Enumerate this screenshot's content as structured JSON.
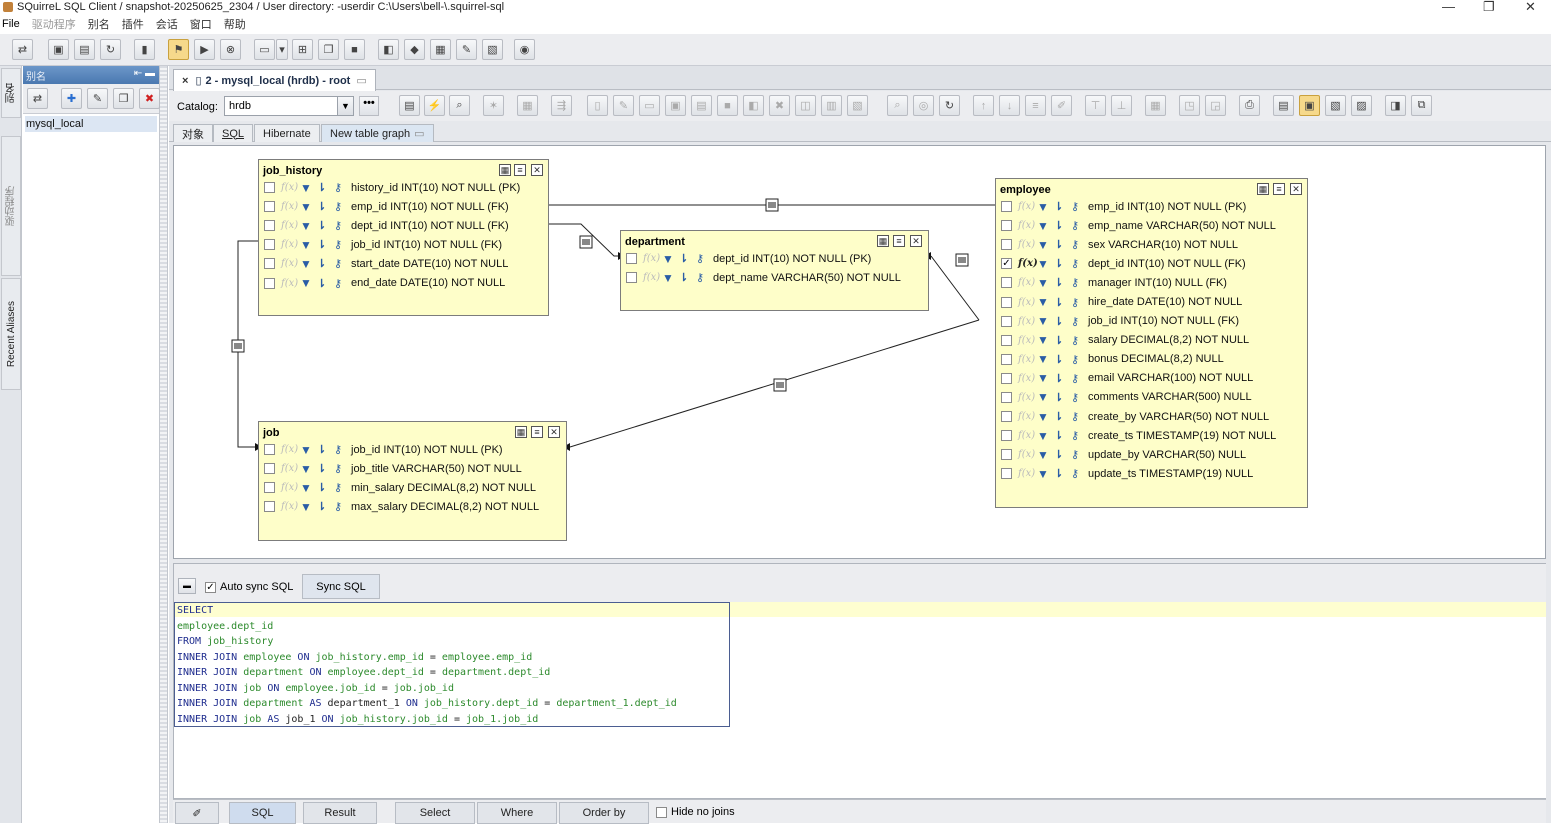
{
  "window": {
    "title": "SQuirreL SQL Client / snapshot-20250625_2304 / User directory: -userdir C:\\Users\\bell-\\.squirrel-sql",
    "minimize": "—",
    "maximize": "❐",
    "close": "✕"
  },
  "menu": {
    "items": [
      "File",
      "驱动程序",
      "别名",
      "插件",
      "会话",
      "窗口",
      "帮助"
    ]
  },
  "side_tabs": [
    "别名",
    "驱动程序",
    "Recent Aliases"
  ],
  "alias_panel": {
    "header": "别名",
    "items": [
      "mysql_local"
    ]
  },
  "session_tab": {
    "label": "2 - mysql_local (hrdb) - root",
    "close": "×"
  },
  "catalog": {
    "label": "Catalog:",
    "value": "hrdb",
    "more": "•••"
  },
  "sub_tabs": [
    "对象",
    "SQL",
    "Hibernate",
    "New table graph"
  ],
  "graph": {
    "tables": [
      {
        "name": "job_history",
        "columns": [
          {
            "text": "history_id  INT(10) NOT NULL (PK)",
            "checked": false
          },
          {
            "text": "emp_id  INT(10) NOT NULL (FK)",
            "checked": false
          },
          {
            "text": "dept_id  INT(10) NOT NULL (FK)",
            "checked": false
          },
          {
            "text": "job_id  INT(10) NOT NULL (FK)",
            "checked": false
          },
          {
            "text": "start_date  DATE(10) NOT NULL",
            "checked": false
          },
          {
            "text": "end_date  DATE(10) NOT NULL",
            "checked": false
          }
        ]
      },
      {
        "name": "department",
        "columns": [
          {
            "text": "dept_id  INT(10) NOT NULL (PK)",
            "checked": false
          },
          {
            "text": "dept_name  VARCHAR(50) NOT NULL",
            "checked": false
          }
        ]
      },
      {
        "name": "employee",
        "columns": [
          {
            "text": "emp_id  INT(10) NOT NULL (PK)",
            "checked": false
          },
          {
            "text": "emp_name  VARCHAR(50) NOT NULL",
            "checked": false
          },
          {
            "text": "sex  VARCHAR(10) NOT NULL",
            "checked": false
          },
          {
            "text": "dept_id  INT(10) NOT NULL (FK)",
            "checked": true
          },
          {
            "text": "manager  INT(10) NULL (FK)",
            "checked": false
          },
          {
            "text": "hire_date  DATE(10) NOT NULL",
            "checked": false
          },
          {
            "text": "job_id  INT(10) NOT NULL (FK)",
            "checked": false
          },
          {
            "text": "salary  DECIMAL(8,2) NOT NULL",
            "checked": false
          },
          {
            "text": "bonus  DECIMAL(8,2) NULL",
            "checked": false
          },
          {
            "text": "email  VARCHAR(100) NOT NULL",
            "checked": false
          },
          {
            "text": "comments  VARCHAR(500) NULL",
            "checked": false
          },
          {
            "text": "create_by  VARCHAR(50) NOT NULL",
            "checked": false
          },
          {
            "text": "create_ts  TIMESTAMP(19) NOT NULL",
            "checked": false
          },
          {
            "text": "update_by  VARCHAR(50) NULL",
            "checked": false
          },
          {
            "text": "update_ts  TIMESTAMP(19) NULL",
            "checked": false
          }
        ]
      },
      {
        "name": "job",
        "columns": [
          {
            "text": "job_id  INT(10) NOT NULL (PK)",
            "checked": false
          },
          {
            "text": "job_title  VARCHAR(50) NOT NULL",
            "checked": false
          },
          {
            "text": "min_salary  DECIMAL(8,2) NOT NULL",
            "checked": false
          },
          {
            "text": "max_salary  DECIMAL(8,2) NOT NULL",
            "checked": false
          }
        ]
      }
    ]
  },
  "sql_panel": {
    "auto_sync_label": "Auto sync SQL",
    "auto_sync_checked": true,
    "sync_button": "Sync SQL",
    "lines": [
      [
        {
          "t": "SELECT",
          "c": "kw"
        }
      ],
      [
        {
          "t": "employee.dept_id",
          "c": "id"
        }
      ],
      [
        {
          "t": "FROM ",
          "c": "kw"
        },
        {
          "t": "job_history",
          "c": "id"
        }
      ],
      [
        {
          "t": "INNER JOIN ",
          "c": "kw"
        },
        {
          "t": "employee ",
          "c": "id"
        },
        {
          "t": "ON ",
          "c": "kw"
        },
        {
          "t": "job_history.emp_id ",
          "c": "id"
        },
        {
          "t": "= ",
          "c": "op"
        },
        {
          "t": "employee.emp_id",
          "c": "id"
        }
      ],
      [
        {
          "t": "INNER JOIN ",
          "c": "kw"
        },
        {
          "t": "department ",
          "c": "id"
        },
        {
          "t": "ON ",
          "c": "kw"
        },
        {
          "t": "employee.dept_id ",
          "c": "id"
        },
        {
          "t": "= ",
          "c": "op"
        },
        {
          "t": "department.dept_id",
          "c": "id"
        }
      ],
      [
        {
          "t": "INNER JOIN ",
          "c": "kw"
        },
        {
          "t": "job ",
          "c": "id"
        },
        {
          "t": "ON ",
          "c": "kw"
        },
        {
          "t": "employee.job_id ",
          "c": "id"
        },
        {
          "t": "= ",
          "c": "op"
        },
        {
          "t": "job.job_id",
          "c": "id"
        }
      ],
      [
        {
          "t": "INNER JOIN ",
          "c": "kw"
        },
        {
          "t": "department ",
          "c": "id"
        },
        {
          "t": "AS ",
          "c": "kw"
        },
        {
          "t": "department_1 ",
          "c": "op"
        },
        {
          "t": "ON ",
          "c": "kw"
        },
        {
          "t": "job_history.dept_id ",
          "c": "id"
        },
        {
          "t": "= ",
          "c": "op"
        },
        {
          "t": "department_1.dept_id",
          "c": "id"
        }
      ],
      [
        {
          "t": "INNER JOIN ",
          "c": "kw"
        },
        {
          "t": "job ",
          "c": "id"
        },
        {
          "t": "AS ",
          "c": "kw"
        },
        {
          "t": "job_1 ",
          "c": "op"
        },
        {
          "t": "ON ",
          "c": "kw"
        },
        {
          "t": "job_history.job_id ",
          "c": "id"
        },
        {
          "t": "= ",
          "c": "op"
        },
        {
          "t": "job_1.job_id",
          "c": "id"
        }
      ]
    ]
  },
  "bottom_bar": {
    "buttons": [
      "SQL",
      "Result",
      "Select",
      "Where",
      "Order by"
    ],
    "active": "SQL",
    "hide_no_joins_label": "Hide no joins",
    "hide_no_joins_checked": false
  },
  "colors": {
    "table_fill": "#fefec9",
    "sql_keyword": "#1f2d8f",
    "sql_identifier": "#2c8a2c",
    "alias_header": "#4a78b0",
    "current_line": "#fefed0"
  }
}
